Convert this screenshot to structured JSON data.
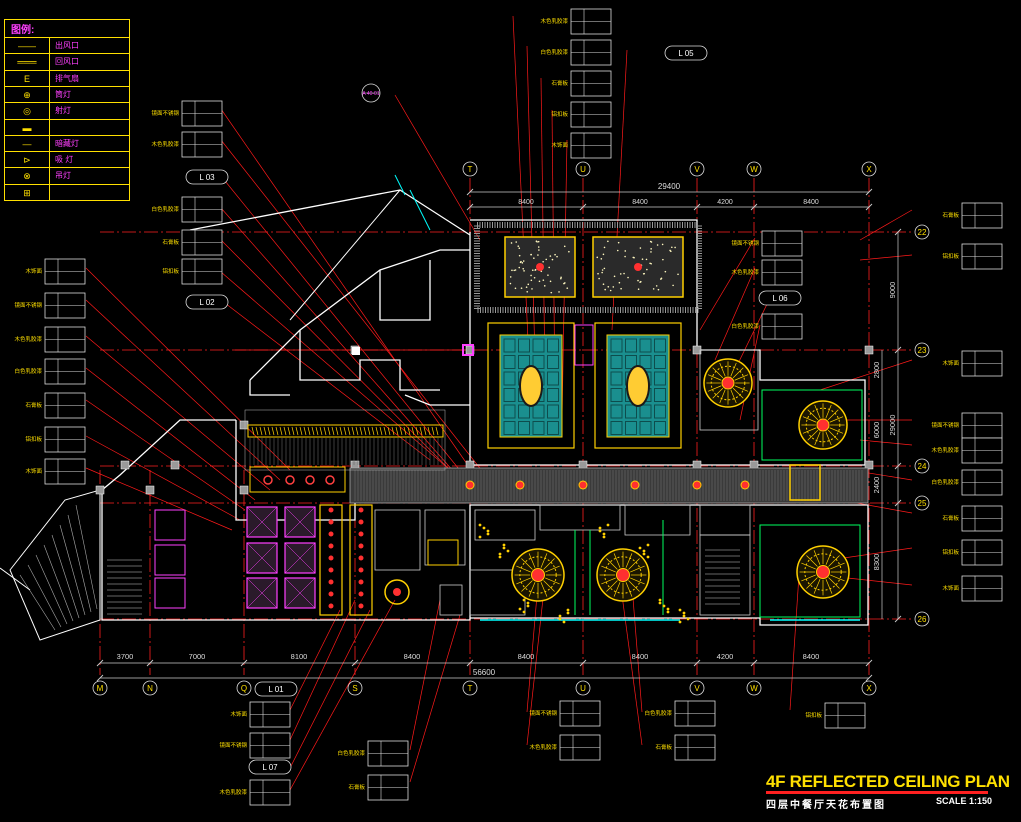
{
  "legend": {
    "header": "图例:",
    "rows": [
      {
        "symbol": "——",
        "label": "出风口"
      },
      {
        "symbol": "═══",
        "label": "回风口"
      },
      {
        "symbol": "E",
        "label": "排气扇"
      },
      {
        "symbol": "⊕",
        "label": "筒灯"
      },
      {
        "symbol": "◎",
        "label": "射灯"
      },
      {
        "symbol": "▬",
        "label": ""
      },
      {
        "symbol": "—",
        "label": "暗藏灯"
      },
      {
        "symbol": "⊳",
        "label": "吸 灯"
      },
      {
        "symbol": "⊗",
        "label": "吊灯"
      },
      {
        "symbol": "⊞",
        "label": ""
      }
    ]
  },
  "grid_top": [
    "T",
    "U",
    "V",
    "W",
    "X"
  ],
  "grid_bottom": [
    "M",
    "N",
    "Q",
    "S",
    "T",
    "U",
    "V",
    "W",
    "X"
  ],
  "grid_right": [
    "22",
    "23",
    "24",
    "25",
    "26"
  ],
  "dims_top": [
    "29400",
    "8400",
    "8400",
    "4200",
    "8400"
  ],
  "dims_bottom": [
    "3700",
    "7000",
    "8100",
    "8400",
    "8400",
    "8400",
    "4200",
    "8400",
    "56600"
  ],
  "dims_right": [
    "9000",
    "2800",
    "6000",
    "29000",
    "2400",
    "8300"
  ],
  "section_tags": [
    "L 05",
    "L 03",
    "L 02",
    "L 06",
    "L 01",
    "L 07",
    "A 40-01"
  ],
  "callouts": [
    "木色乳胶漆",
    "白色乳胶漆",
    "石膏板",
    "铝扣板",
    "木饰面",
    "镜面不锈钢"
  ],
  "title": "4F REFLECTED CEILING PLAN",
  "subtitle": "四层中餐厅天花布置图",
  "scale": "SCALE 1:150",
  "colors": {
    "background": "#000000",
    "grid": "#ff2020",
    "wall": "#ffffff",
    "accent": "#ffe000",
    "text_magenta": "#ff40ff",
    "teal": "#1a8f8f",
    "cyan": "#00ffff"
  }
}
